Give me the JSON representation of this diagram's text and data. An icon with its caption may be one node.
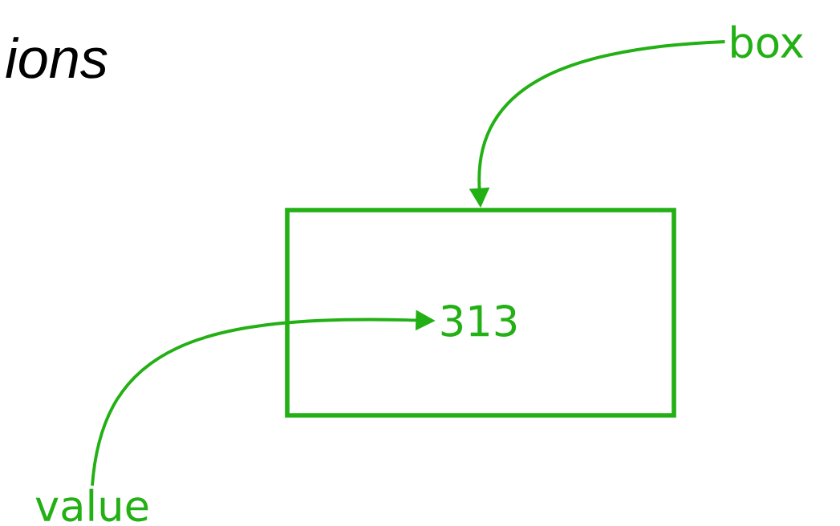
{
  "diagram": {
    "nodes": [
      {
        "text": [
          "box"
        ]
      },
      {
        "text": [],
        "shape": "box"
      },
      {
        "text": [
          "313"
        ],
        "in": 1
      },
      {
        "text": [
          "value"
        ]
      }
    ],
    "edges": [
      {
        "from": 0,
        "to": 1,
        "arrow": "to"
      },
      {
        "from": 3,
        "to": 2,
        "arrow": "to"
      }
    ],
    "labels": [
      "ions"
    ]
  }
}
